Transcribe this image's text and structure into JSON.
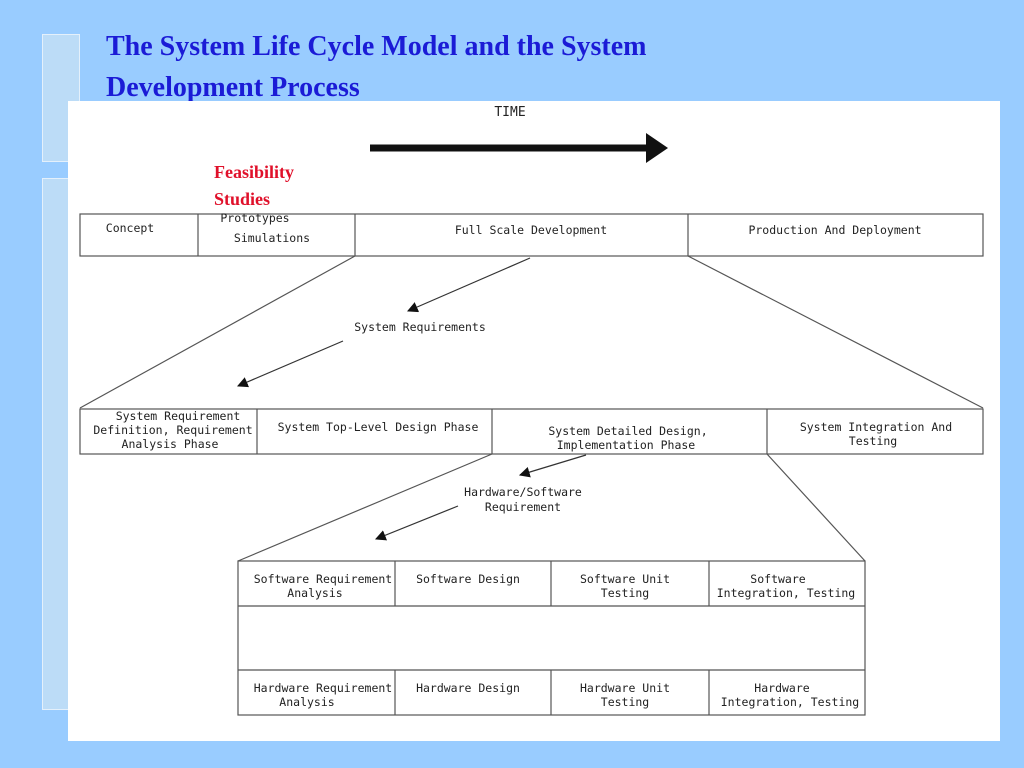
{
  "slide": {
    "title_line1": "The System Life Cycle Model and the System",
    "title_line2": "Development Process"
  },
  "diagram": {
    "time_label": "TIME",
    "feasibility_line1": "Feasibility",
    "feasibility_line2": "Studies",
    "level1": {
      "concept": "Concept",
      "prototypes_line1": "Prototypes",
      "prototypes_line2": "Simulations",
      "full_scale": "Full Scale Development",
      "production": "Production And Deployment"
    },
    "system_requirements": "System Requirements",
    "level2": {
      "req_def_line1": "System Requirement",
      "req_def_line2": "Definition, Requirement",
      "req_def_line3": "Analysis Phase",
      "top_level": "System Top-Level Design Phase",
      "detailed_line1": "System Detailed Design,",
      "detailed_line2": "Implementation Phase",
      "integration_line1": "System Integration And",
      "integration_line2": "Testing"
    },
    "hw_sw_req_line1": "Hardware/Software",
    "hw_sw_req_line2": "Requirement",
    "software_row": {
      "req_line1": "Software Requirement",
      "req_line2": "Analysis",
      "design": "Software Design",
      "unit_line1": "Software Unit",
      "unit_line2": "Testing",
      "integ_line1": "Software",
      "integ_line2": "Integration, Testing"
    },
    "hardware_row": {
      "req_line1": "Hardware Requirement",
      "req_line2": "Analysis",
      "design": "Hardware Design",
      "unit_line1": "Hardware Unit",
      "unit_line2": "Testing",
      "integ_line1": "Hardware",
      "integ_line2": "Integration, Testing"
    }
  }
}
